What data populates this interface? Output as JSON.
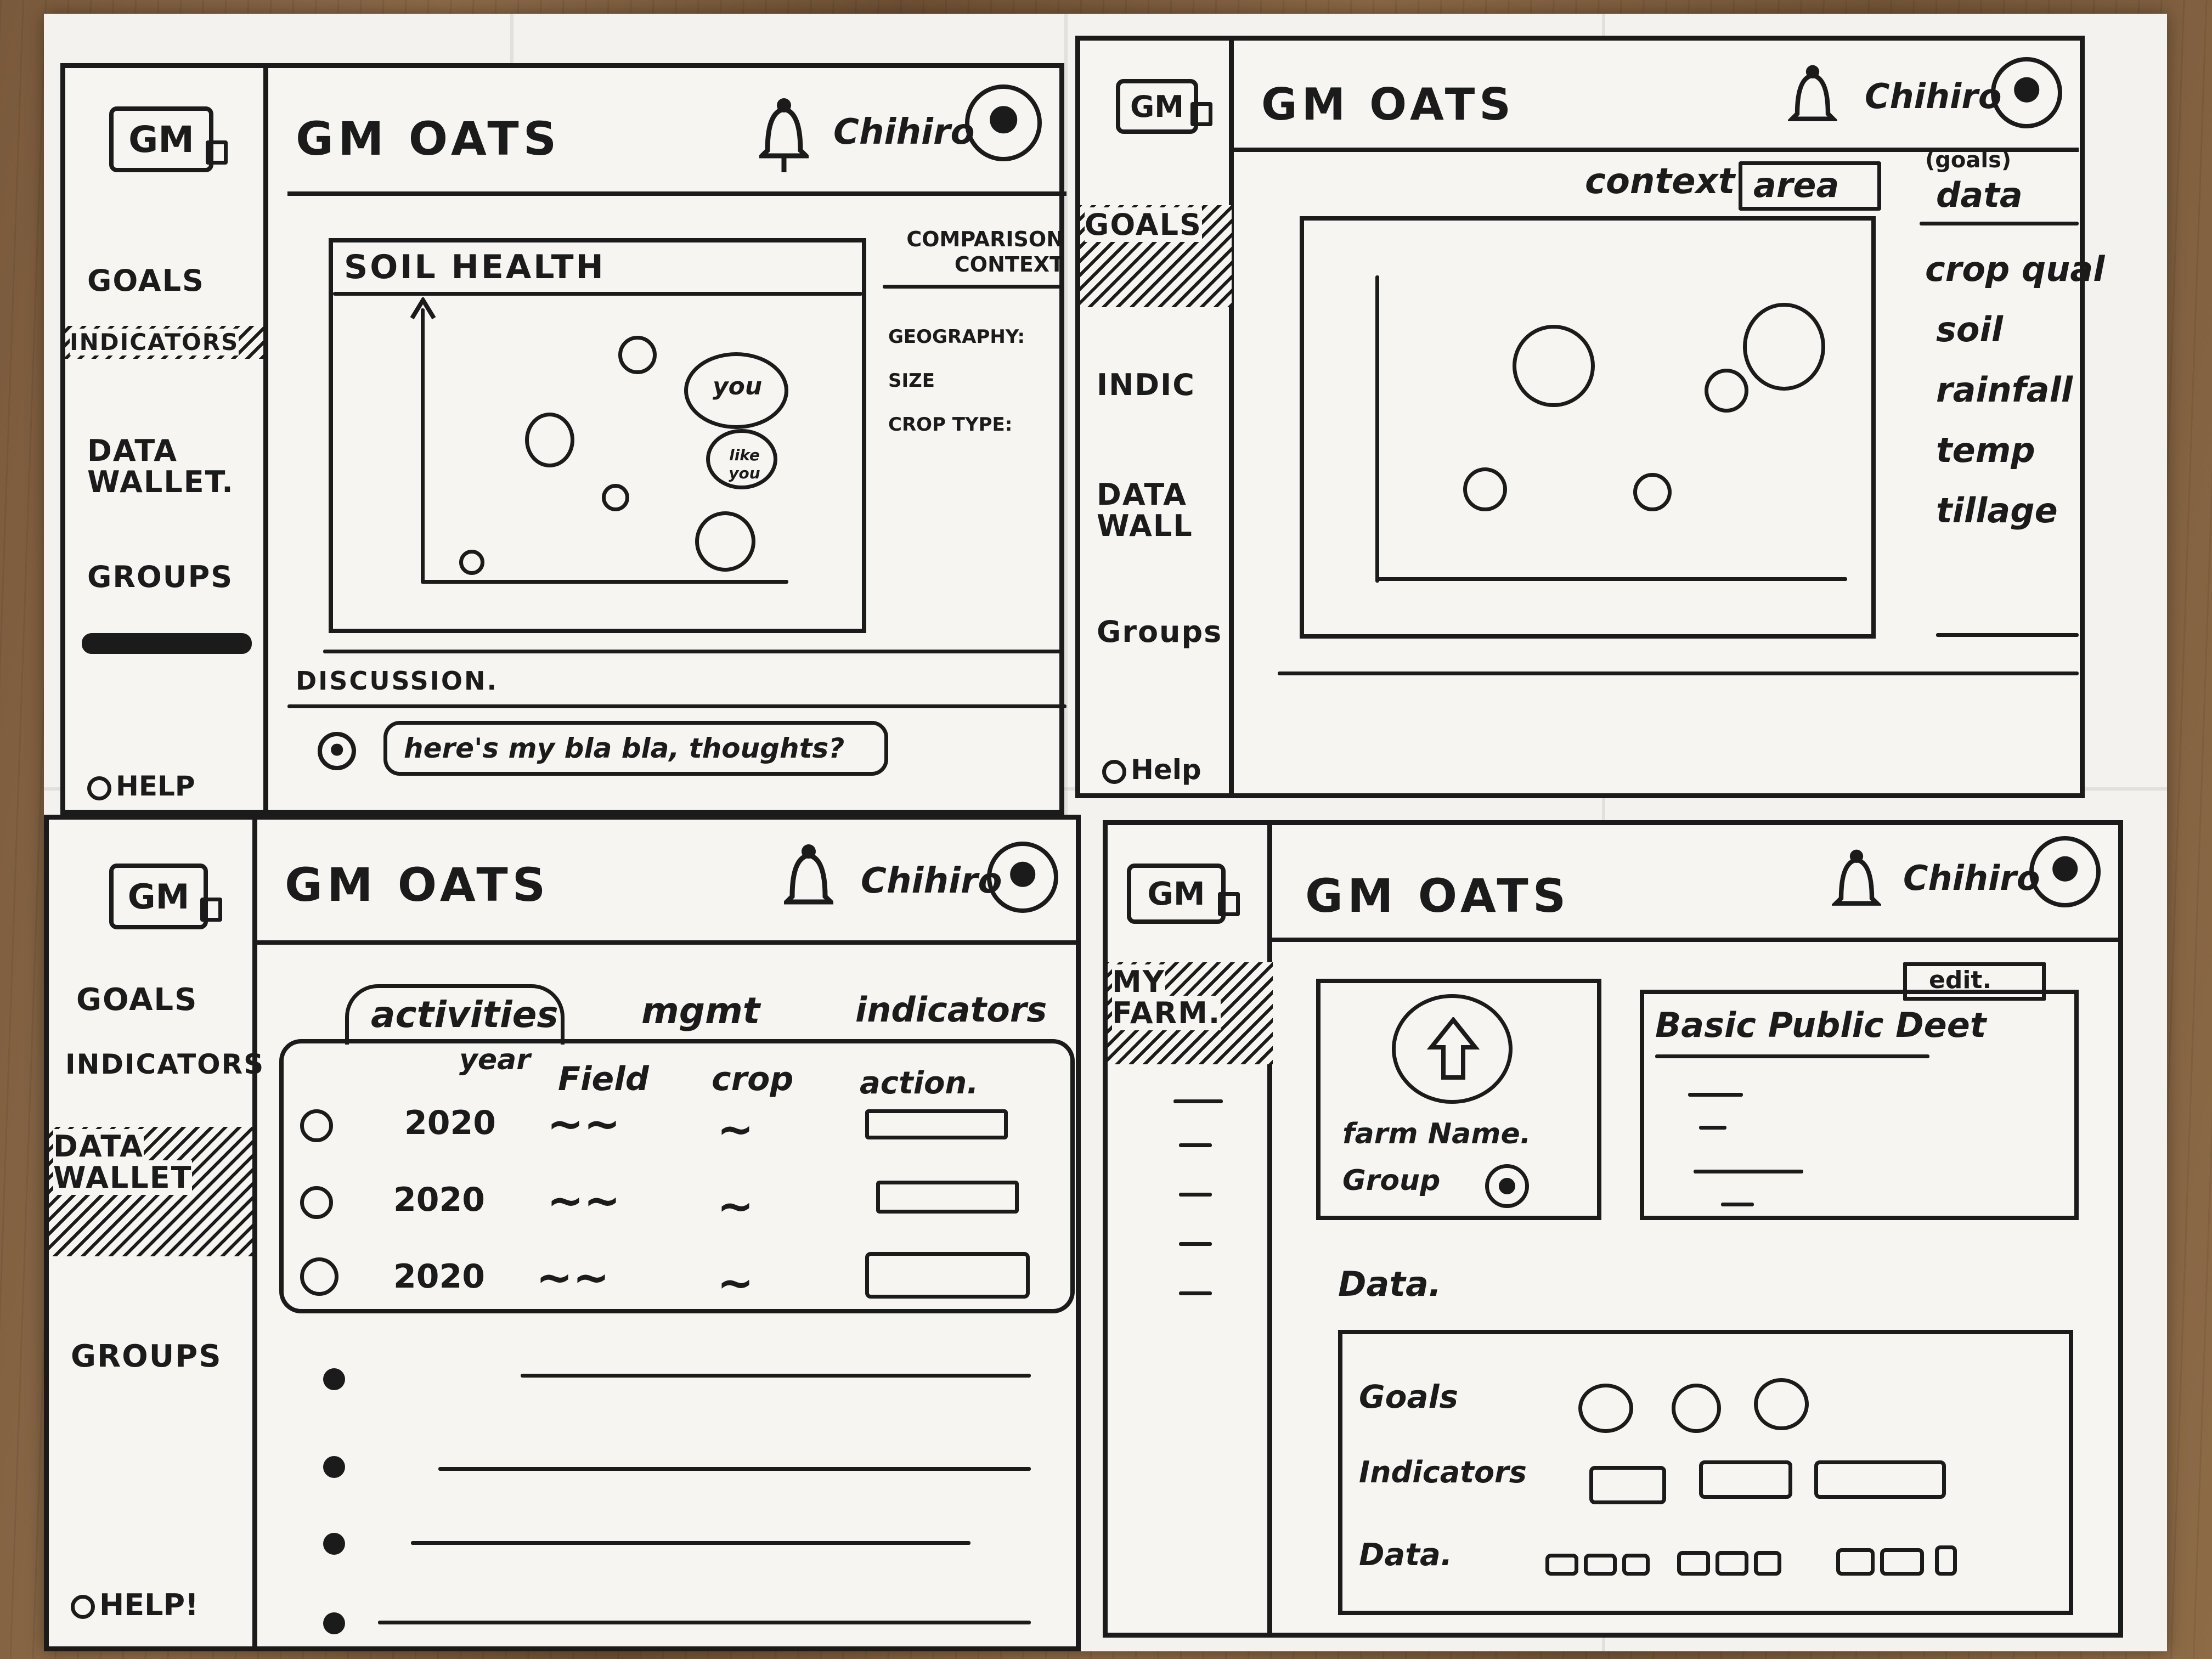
{
  "app": {
    "logo": "GM",
    "title": "GM OATS",
    "user": "Chihiro"
  },
  "screen1": {
    "nav": [
      "GOALS",
      "INDICATORS",
      "DATA WALLET.",
      "GROUPS"
    ],
    "help": "HELP",
    "chart_title": "SOIL HEALTH",
    "chart_data": {
      "type": "scatter",
      "title": "SOIL HEALTH",
      "bubble_labels": [
        "you",
        "like you"
      ]
    },
    "side_title": "COMPARISON CONTEXT",
    "side_items": [
      "GEOGRAPHY:",
      "SIZE",
      "CROP TYPE:"
    ],
    "discussion_label": "DISCUSSION.",
    "comment": "here's my bla bla, thoughts?"
  },
  "screen2": {
    "nav": [
      "GOALS",
      "INDIC",
      "DATA WALL",
      "Groups"
    ],
    "help": "Help",
    "tabs": [
      "context",
      "area"
    ],
    "side_title_small": "(goals)",
    "side_title": "data",
    "side_items": [
      "crop qual",
      "soil",
      "rainfall",
      "temp",
      "tillage"
    ]
  },
  "screen3": {
    "nav": [
      "GOALS",
      "INDICATORS",
      "DATA WALLET",
      "GROUPS"
    ],
    "help": "HELP!",
    "tabs": [
      "activities",
      "mgmt",
      "indicators"
    ],
    "columns": [
      "year",
      "Field",
      "crop",
      "action."
    ],
    "rows": [
      {
        "year": "2020",
        "field": "~~",
        "crop": "~"
      },
      {
        "year": "2020",
        "field": "~~",
        "crop": "~"
      },
      {
        "year": "2020",
        "field": "~~",
        "crop": "~"
      }
    ]
  },
  "screen4": {
    "nav": [
      "MY FARM."
    ],
    "farm_name": "farm Name.",
    "group": "Group",
    "edit": "edit.",
    "public_title": "Basic Public Deet",
    "data_label": "Data.",
    "data_rows": [
      "Goals",
      "Indicators",
      "Data."
    ]
  }
}
